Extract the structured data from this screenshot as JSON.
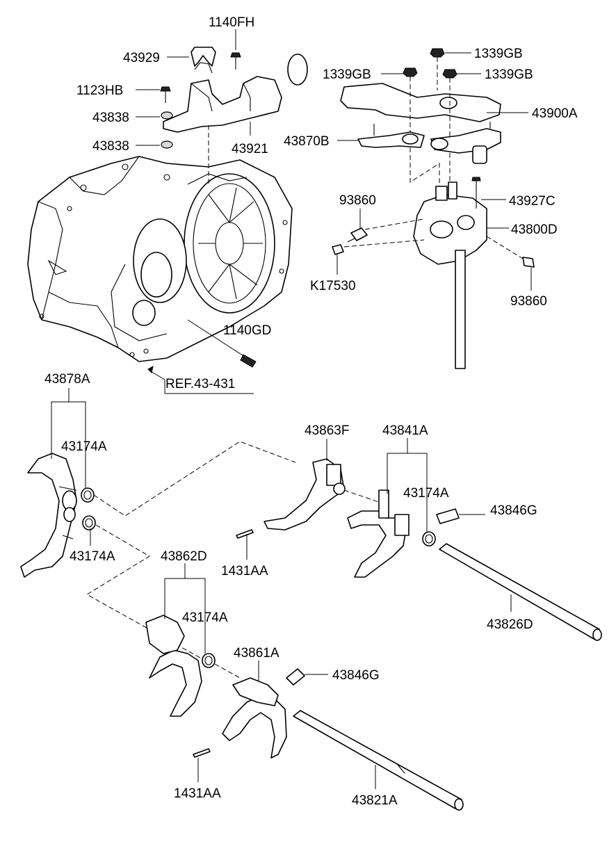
{
  "labels": {
    "p1140FH": "1140FH",
    "p43929": "43929",
    "p1123HB": "1123HB",
    "p43838a": "43838",
    "p43838b": "43838",
    "p43921": "43921",
    "p1339GB_top": "1339GB",
    "p1339GB_left": "1339GB",
    "p1339GB_right": "1339GB",
    "p43900A": "43900A",
    "p43870B": "43870B",
    "p93860a": "93860",
    "p43927C": "43927C",
    "p43800D": "43800D",
    "pK17530": "K17530",
    "p93860b": "93860",
    "p1140GD": "1140GD",
    "ref": "REF.43-431",
    "p43878A": "43878A",
    "p43174A_1": "43174A",
    "p43174A_2": "43174A",
    "p43863F": "43863F",
    "p43841A": "43841A",
    "p43174A_3": "43174A",
    "p43846G_1": "43846G",
    "p1431AA_1": "1431AA",
    "p43862D": "43862D",
    "p43174A_4": "43174A",
    "p43826D": "43826D",
    "p43861A": "43861A",
    "p43846G_2": "43846G",
    "p1431AA_2": "1431AA",
    "p43821A": "43821A"
  }
}
